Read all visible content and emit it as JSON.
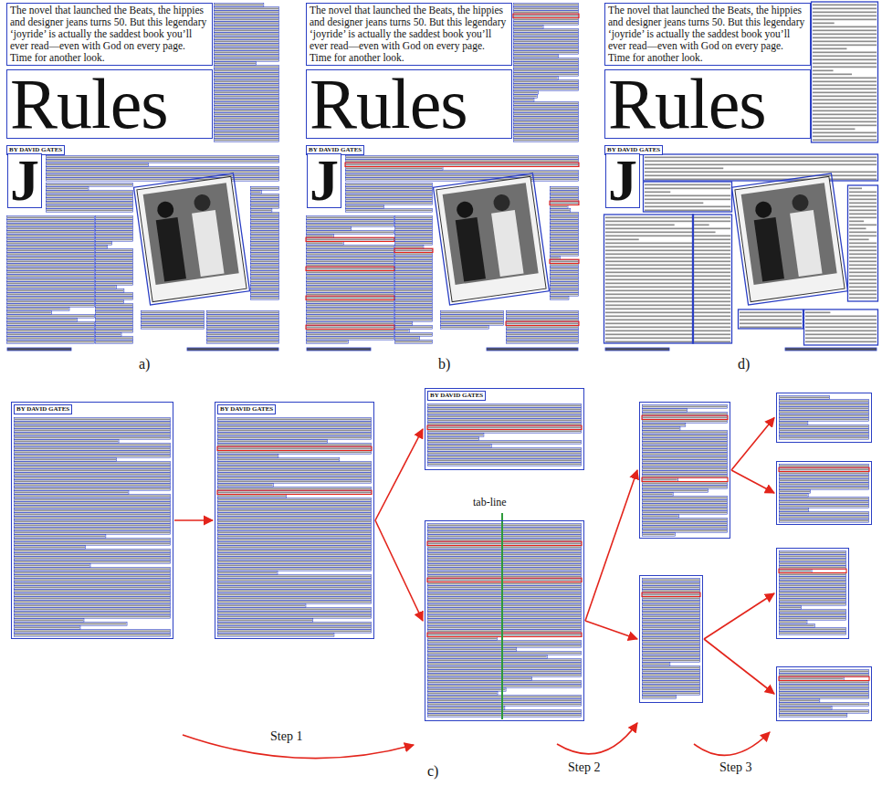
{
  "diagram": {
    "nodes": [
      {
        "text": [
          "The novel that launched the Beats, the hippies and designer jeans turns 50. But this legendary ‘joyride’ is actually the saddest book you’ll ever read—even with God on every page. Time for another look."
        ]
      },
      {
        "text": [
          "Rules"
        ]
      },
      {
        "text": [
          "BY DAVID GATES"
        ]
      },
      {
        "text": [
          "J"
        ]
      },
      {
        "text": [
          "The novel that launched the Beats, the hippies and designer jeans turns 50. But this legendary ‘joyride’ is actually the saddest book you’ll ever read—even with God on every page. Time for another look."
        ]
      },
      {
        "text": [
          "Rules"
        ]
      },
      {
        "text": [
          "BY DAVID GATES"
        ]
      },
      {
        "text": [
          "J"
        ]
      },
      {
        "text": [
          "The novel that launched the Beats, the hippies and designer jeans turns 50. But this legendary ‘joyride’ is actually the saddest book you’ll ever read—even with God on every page. Time for another look."
        ]
      },
      {
        "text": [
          "Rules"
        ]
      },
      {
        "text": [
          "BY DAVID GATES"
        ]
      },
      {
        "text": [
          "J"
        ]
      },
      {
        "text": [
          "BY DAVID GATES"
        ]
      },
      {
        "text": [
          "BY DAVID GATES"
        ]
      },
      {
        "text": [
          "BY DAVID GATES"
        ]
      },
      {
        "text": []
      },
      {
        "text": []
      },
      {
        "text": []
      },
      {
        "text": []
      },
      {
        "text": []
      },
      {
        "text": []
      },
      {
        "text": []
      }
    ],
    "edges": [
      {
        "from": 12,
        "to": 13,
        "arrow": "to"
      },
      {
        "from": 13,
        "to": 14,
        "arrow": "to"
      },
      {
        "from": 13,
        "to": 15,
        "arrow": "to"
      },
      {
        "from": 15,
        "to": 16,
        "arrow": "to"
      },
      {
        "from": 15,
        "to": 17,
        "arrow": "to"
      },
      {
        "from": 16,
        "to": 18,
        "arrow": "to"
      },
      {
        "from": 16,
        "to": 19,
        "arrow": "to"
      },
      {
        "from": 17,
        "to": 20,
        "arrow": "to"
      },
      {
        "from": 17,
        "to": 21,
        "arrow": "to"
      }
    ],
    "labels": [
      "a)",
      "b)",
      "c)",
      "d)",
      "tab-line",
      "Step 1",
      "Step 2",
      "Step 3"
    ]
  }
}
